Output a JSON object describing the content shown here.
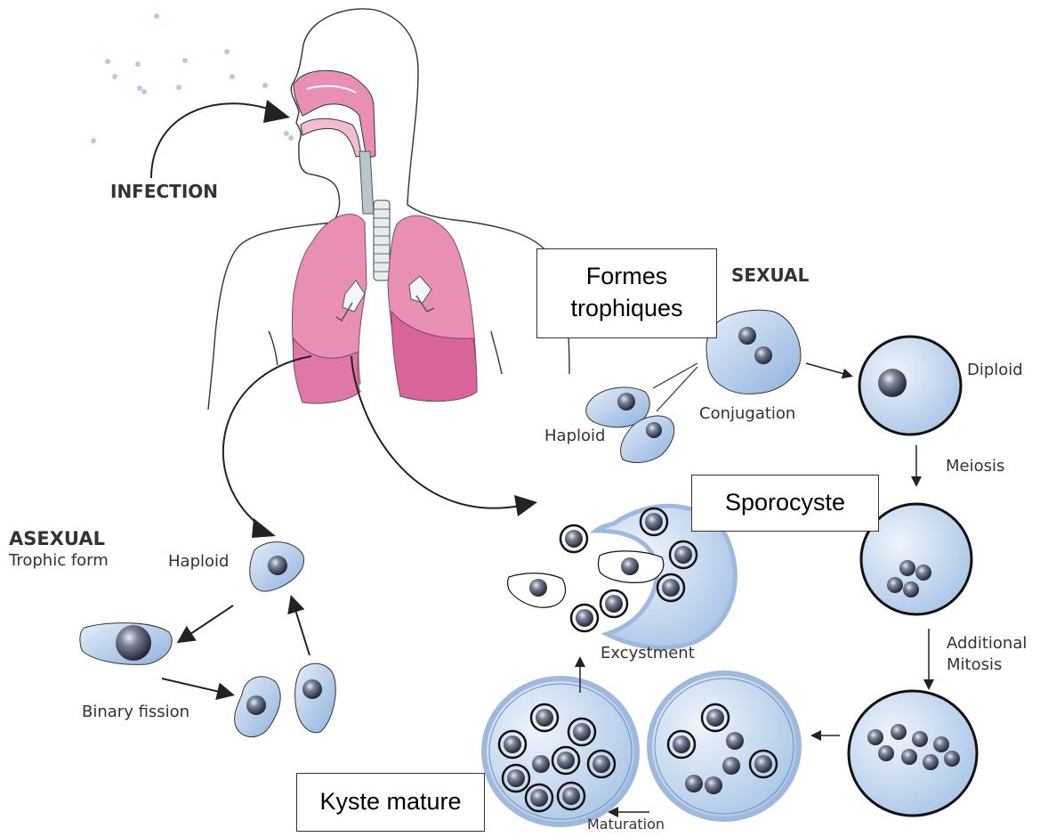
{
  "labels": {
    "infection": "INFECTION",
    "sexual": "SEXUAL",
    "asexual": "ASEXUAL",
    "trophic_form": "Trophic form",
    "haploid_asexual": "Haploid",
    "haploid_sexual": "Haploid",
    "conjugation": "Conjugation",
    "diploid": "Diploid",
    "meiosis": "Meiosis",
    "additional": "Additional",
    "mitosis": "Mitosis",
    "excystment": "Excystment",
    "maturation": "Maturation",
    "binary_fission": "Binary fission"
  },
  "boxes": {
    "formes_line1": "Formes",
    "formes_line2": "trophiques",
    "sporocyste": "Sporocyste",
    "kyste_mature": "Kyste mature"
  },
  "colors": {
    "lung_pink": "#e98fb6",
    "lung_dark": "#d9649a",
    "cell_blue": "#a9c4e6",
    "cyst_ring": "#9fb9dd",
    "line": "#222222",
    "text": "#333333"
  }
}
